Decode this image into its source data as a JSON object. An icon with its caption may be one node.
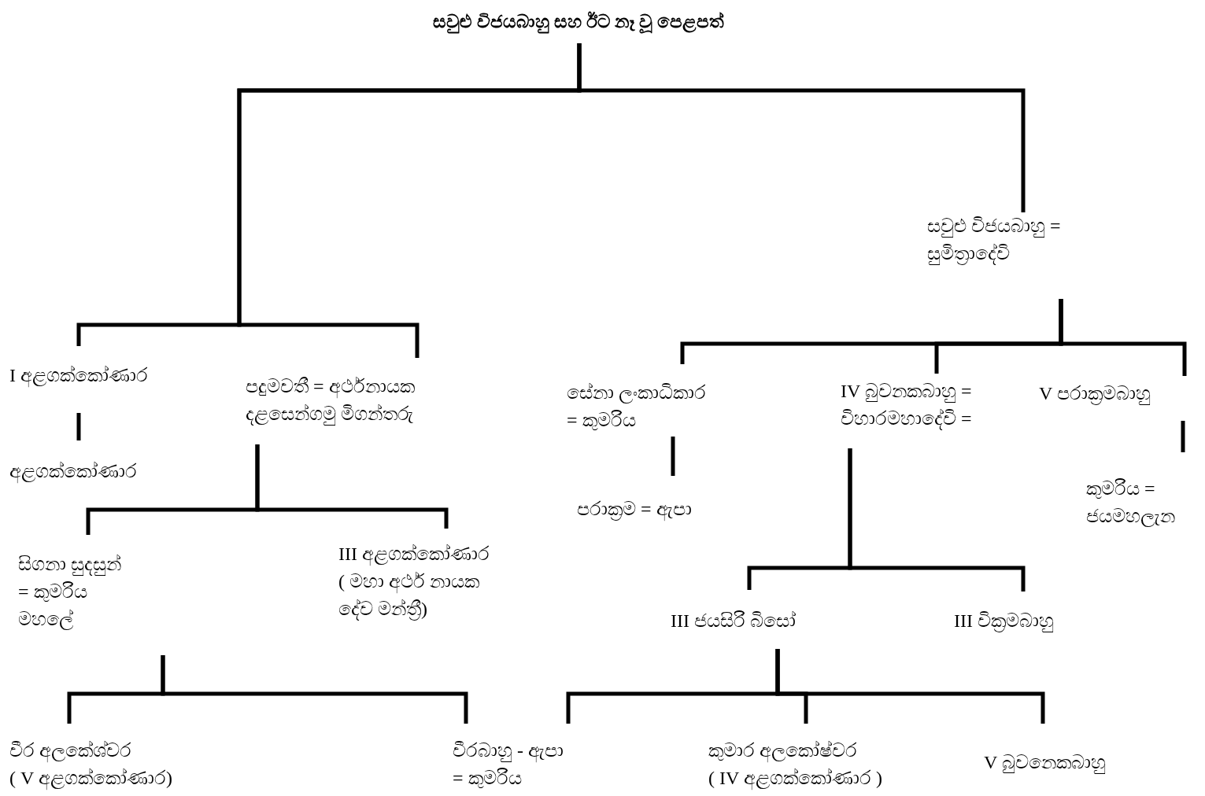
{
  "diagram": {
    "nodes": [
      {
        "text": [
          "සවුළු විජයබාහු සහ ඊට නෑ වූ පෙළපත්"
        ]
      },
      {
        "text": [
          "සවුළු විජයබාහු = සුමිත්‍රාදේවි"
        ]
      },
      {
        "text": [
          "I අළගක්කෝණාර"
        ]
      },
      {
        "text": [
          "පදුමවතී = අර්ථනායක දළසෙන්ගමු මිගන්තරු"
        ]
      },
      {
        "text": [
          "අළගක්කෝණාර"
        ]
      },
      {
        "text": [
          "සිගනා සුදසුන් = කුමරිය මහලේ"
        ]
      },
      {
        "text": [
          "III අළගක්කෝණාර ( මහා අර්ථ නායක දේව මන්ත්‍රී)"
        ]
      },
      {
        "text": [
          "වීර අලකේශ්වර ( V අළගක්කෝණාර)"
        ]
      },
      {
        "text": [
          "වීරබාහු - ඇපා = කුමරිය"
        ]
      },
      {
        "text": [
          "සේනා ලංකාධිකාර = කුමරිය"
        ]
      },
      {
        "text": [
          "IV බුවනකබාහු = විහාරමහාදේවි ="
        ]
      },
      {
        "text": [
          "V පරාක්‍රමබාහු"
        ]
      },
      {
        "text": [
          "පරාක්‍රම = ඇපා"
        ]
      },
      {
        "text": [
          "කුමරිය = ජයමහලැන"
        ]
      },
      {
        "text": [
          "III ජයසිරි බිසෝ"
        ]
      },
      {
        "text": [
          "III වික්‍රමබාහු"
        ]
      },
      {
        "text": [
          "කුමාර අලකෝෂ්වර ( IV අළගක්කෝණාර )"
        ]
      },
      {
        "text": [
          "V බුවනෙකබාහු"
        ]
      }
    ],
    "edges": [
      {
        "from": 0,
        "to": 1,
        "arrow": "none"
      },
      {
        "from": 0,
        "to": 2,
        "arrow": "none"
      },
      {
        "from": 0,
        "to": 3,
        "arrow": "none"
      },
      {
        "from": 2,
        "to": 4,
        "arrow": "none"
      },
      {
        "from": 3,
        "to": 5,
        "arrow": "none"
      },
      {
        "from": 3,
        "to": 6,
        "arrow": "none"
      },
      {
        "from": 5,
        "to": 7,
        "arrow": "none"
      },
      {
        "from": 5,
        "to": 8,
        "arrow": "none"
      },
      {
        "from": 1,
        "to": 9,
        "arrow": "none"
      },
      {
        "from": 1,
        "to": 10,
        "arrow": "none"
      },
      {
        "from": 1,
        "to": 11,
        "arrow": "none"
      },
      {
        "from": 9,
        "to": 12,
        "arrow": "none"
      },
      {
        "from": 10,
        "to": 14,
        "arrow": "none"
      },
      {
        "from": 10,
        "to": 15,
        "arrow": "none"
      },
      {
        "from": 11,
        "to": 13,
        "arrow": "none"
      },
      {
        "from": 14,
        "to": 8,
        "arrow": "none"
      },
      {
        "from": 14,
        "to": 16,
        "arrow": "none"
      },
      {
        "from": 14,
        "to": 17,
        "arrow": "none"
      }
    ]
  }
}
